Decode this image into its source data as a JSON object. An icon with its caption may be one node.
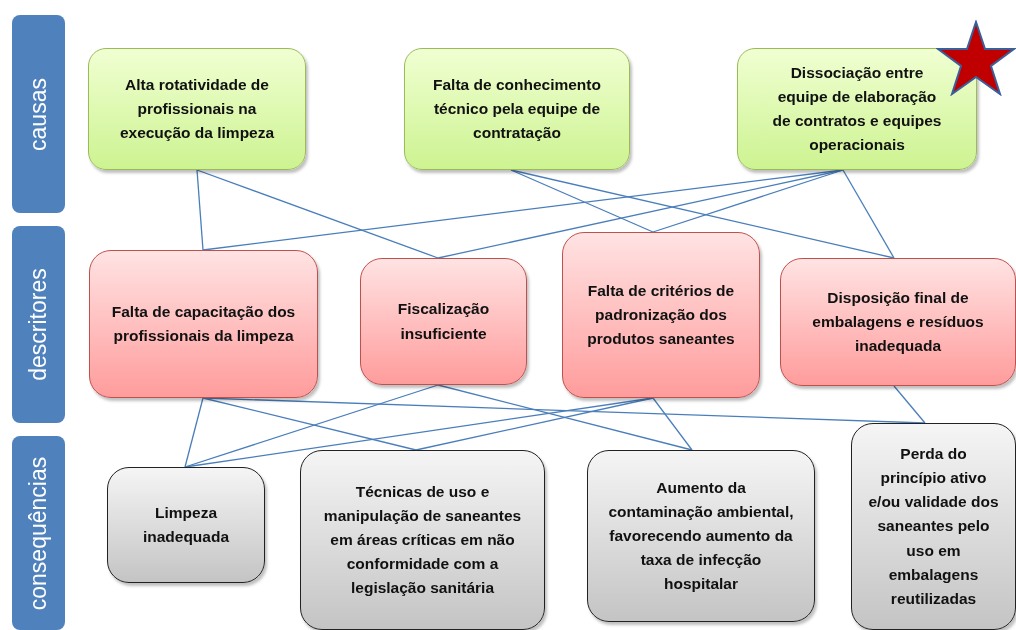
{
  "diagram": {
    "nodes": [
      {
        "text": [
          "causas"
        ]
      },
      {
        "text": [
          "descritores"
        ]
      },
      {
        "text": [
          "consequências"
        ]
      },
      {
        "text": [
          "Alta rotatividade de profissionais na execução da limpeza"
        ]
      },
      {
        "text": [
          "Falta de conhecimento técnico pela equipe de contratação"
        ]
      },
      {
        "text": [
          "Dissociação entre equipe de elaboração de contratos e equipes operacionais"
        ]
      },
      {
        "text": [
          "Falta de capacitação dos profissionais da limpeza"
        ]
      },
      {
        "text": [
          "Fiscalização insuficiente"
        ]
      },
      {
        "text": [
          "Falta de critérios de padronização dos produtos saneantes"
        ]
      },
      {
        "text": [
          "Disposição final de embalagens e resíduos inadequada"
        ]
      },
      {
        "text": [
          "Limpeza inadequada"
        ]
      },
      {
        "text": [
          "Técnicas de uso e manipulação de saneantes em áreas críticas em não conformidade com a legislação sanitária"
        ]
      },
      {
        "text": [
          "Aumento da contaminação ambiental, favorecendo aumento da taxa de infecção hospitalar"
        ]
      },
      {
        "text": [
          "Perda do princípio ativo e/ou validade dos saneantes pelo uso em embalagens reutilizadas"
        ]
      }
    ],
    "edges": [
      {
        "from": 3,
        "to": 6,
        "arrow": "none"
      },
      {
        "from": 3,
        "to": 7,
        "arrow": "none"
      },
      {
        "from": 4,
        "to": 8,
        "arrow": "none"
      },
      {
        "from": 4,
        "to": 9,
        "arrow": "none"
      },
      {
        "from": 5,
        "to": 6,
        "arrow": "none"
      },
      {
        "from": 5,
        "to": 7,
        "arrow": "none"
      },
      {
        "from": 5,
        "to": 8,
        "arrow": "none"
      },
      {
        "from": 5,
        "to": 9,
        "arrow": "none"
      },
      {
        "from": 6,
        "to": 10,
        "arrow": "none"
      },
      {
        "from": 6,
        "to": 11,
        "arrow": "none"
      },
      {
        "from": 6,
        "to": 13,
        "arrow": "none"
      },
      {
        "from": 7,
        "to": 10,
        "arrow": "none"
      },
      {
        "from": 7,
        "to": 12,
        "arrow": "none"
      },
      {
        "from": 8,
        "to": 10,
        "arrow": "none"
      },
      {
        "from": 8,
        "to": 11,
        "arrow": "none"
      },
      {
        "from": 8,
        "to": 12,
        "arrow": "none"
      },
      {
        "from": 9,
        "to": 13,
        "arrow": "none"
      }
    ]
  }
}
